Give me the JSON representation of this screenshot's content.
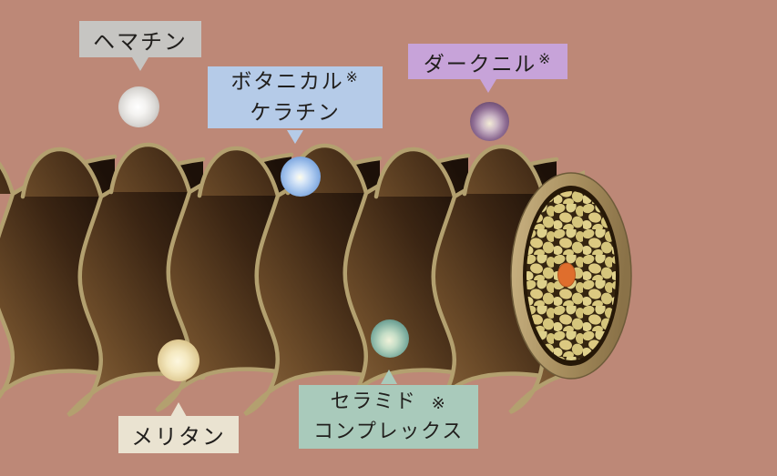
{
  "scene": {
    "background_color": "#bd8877"
  },
  "labels": {
    "hematin": {
      "text": "ヘマチン",
      "bg_color": "#c6c5c2"
    },
    "botanical_keratin": {
      "line1": "ボタニカル",
      "mark": "※",
      "line2": "ケラチン",
      "bg_color": "#b5cbe8"
    },
    "darknil": {
      "text": "ダークニル",
      "mark": "※",
      "bg_color": "#c7a3d9"
    },
    "melitan": {
      "text": "メリタン",
      "bg_color": "#eae3d1"
    },
    "ceramide_complex": {
      "line1": "セラミド",
      "mark": "※",
      "line2": "コンプレックス",
      "bg_color": "#a9cabb"
    }
  },
  "spheres": {
    "hematin": {
      "color": "#e9e7e4"
    },
    "botanical_keratin": {
      "color": "#6f9cd9"
    },
    "darknil": {
      "color": "#5e3f63"
    },
    "melitan": {
      "color": "#e6d5a4"
    },
    "ceramide_complex": {
      "color": "#4c837b"
    }
  },
  "illustration": {
    "hair_scale_edge_color": "#b3a06f",
    "hair_body_color": "#5a3c20",
    "cross_section_ring_color": "#ab9162",
    "cortex_cell_color": "#d7c77e",
    "medulla_color": "#df6e2d"
  }
}
